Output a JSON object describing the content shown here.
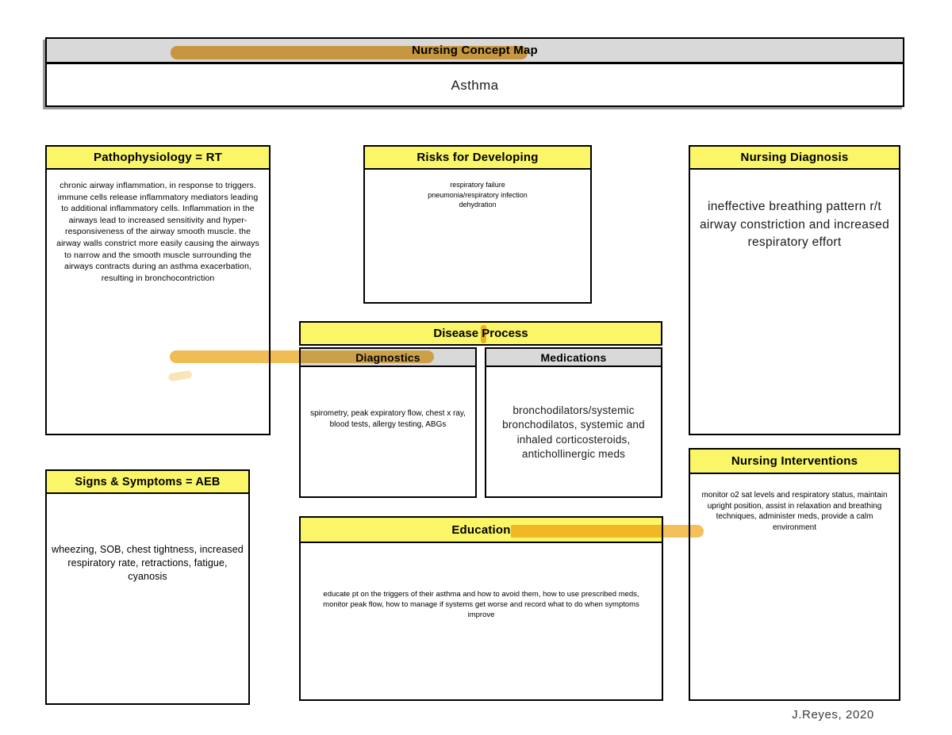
{
  "page": {
    "title_bar_label": "Nursing Concept Map",
    "subtitle": "Asthma",
    "signature": "J.Reyes, 2020"
  },
  "boxes": {
    "pathophysiology": {
      "title": "Pathophysiology = RT",
      "body": "chronic airway inflammation, in response to triggers. immune cells release inflammatory mediators leading to additional inflammatory cells. Inflammation in the airways lead to increased sensitivity and hyper-responsiveness of the airway smooth muscle. the airway walls constrict more easily causing the airways to narrow and the smooth muscle surrounding the airways contracts during an asthma exacerbation, resulting in bronchocontriction"
    },
    "risks": {
      "title": "Risks for Developing",
      "body_lines": [
        "respiratory failure",
        "pneumonia/respiratory infection",
        "dehydration"
      ]
    },
    "nursing_diagnosis": {
      "title": "Nursing Diagnosis",
      "body": "ineffective breathing pattern r/t airway constriction and increased respiratory effort"
    },
    "disease_process": {
      "title": "Disease Process",
      "diagnostics": {
        "title": "Diagnostics",
        "body": "spirometry, peak expiratory flow, chest x ray, blood tests, allergy testing, ABGs"
      },
      "medications": {
        "title": "Medications",
        "body": "bronchodilators/systemic bronchodilatos, systemic and inhaled corticosteroids, antichollinergic meds"
      }
    },
    "education": {
      "title": "Education",
      "body": "educate pt on the triggers of their asthma and how to avoid them, how to use prescribed meds, monitor peak flow, how to manage if systems get worse and record what to do when symptoms improve"
    },
    "signs_symptoms": {
      "title": "Signs & Symptoms = AEB",
      "body": "wheezing, SOB, chest tightness, increased respiratory rate, retractions, fatigue, cyanosis"
    },
    "nursing_interventions": {
      "title": "Nursing Interventions",
      "body": "monitor o2 sat levels and respiratory status, maintain upright position, assist in relaxation and breathing techniques, administer meds, provide a calm environment"
    }
  },
  "colors": {
    "header_yellow": "#fbf568",
    "header_gray": "#d9d9d9",
    "highlighter_orange": "#f0c05e"
  }
}
